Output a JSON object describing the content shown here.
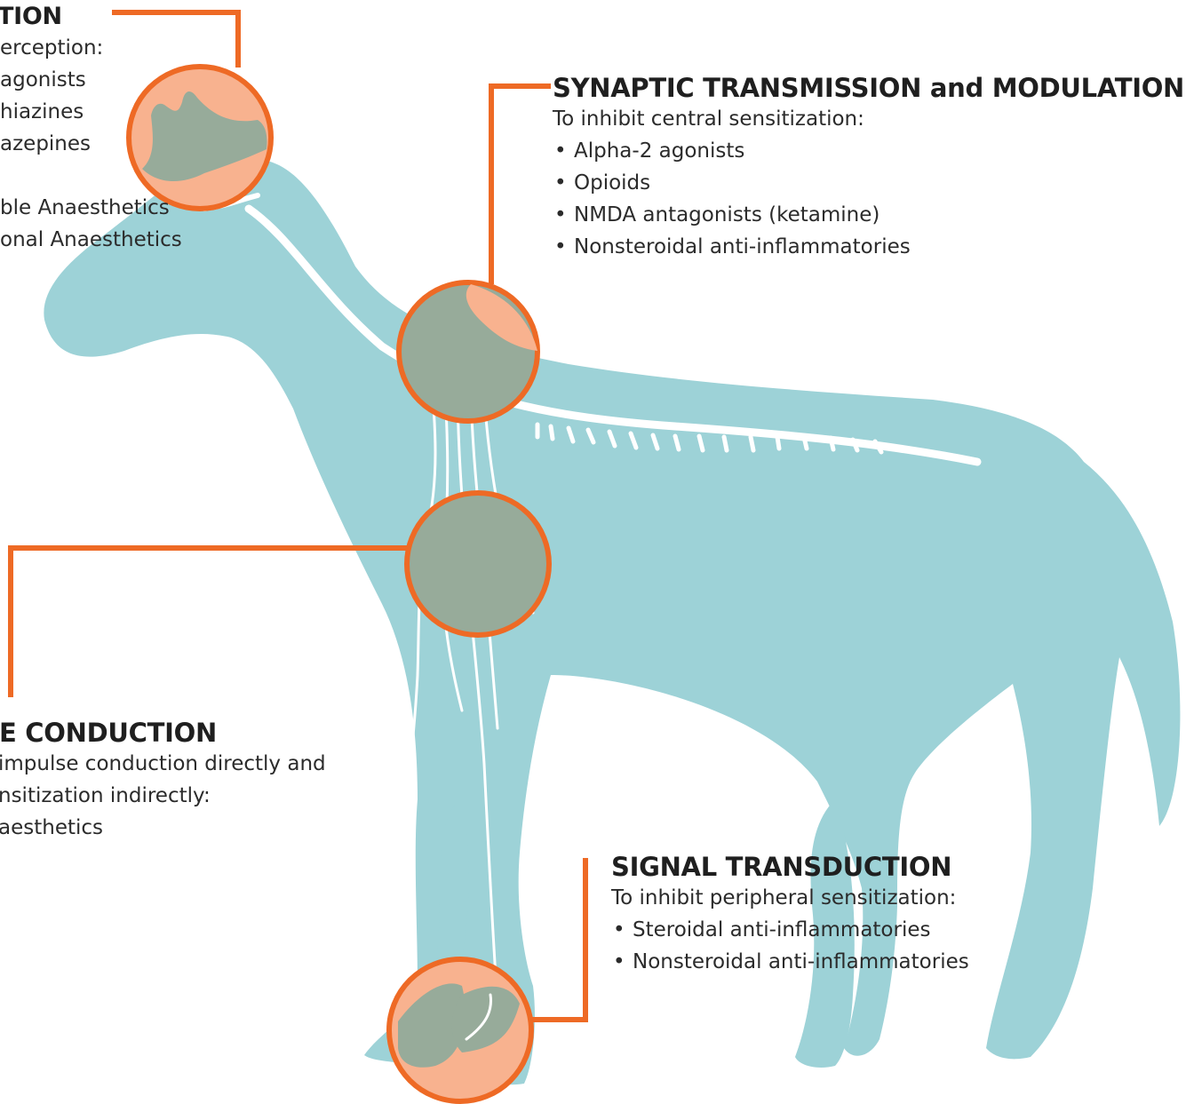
{
  "colors": {
    "horse": "#9dd2d7",
    "nerves": "#ffffff",
    "accent": "#ee6a25",
    "highlight_fill": "#f8b28f",
    "highlight_overlay": "#97ab9a"
  },
  "perception": {
    "title": "TION",
    "intro": "erception:",
    "items": [
      "agonists",
      "hiazines",
      "azepines",
      "",
      "ble Anaesthetics",
      "onal Anaesthetics"
    ]
  },
  "synaptic": {
    "title": "SYNAPTIC TRANSMISSION and MODULATION",
    "intro": "To inhibit central sensitization:",
    "items": [
      "Alpha-2 agonists",
      "Opioids",
      "NMDA antagonists (ketamine)",
      "Nonsteroidal anti-inflammatories"
    ]
  },
  "conduction": {
    "title": "E CONDUCTION",
    "lines": [
      "impulse conduction directly and",
      "nsitization indirectly:",
      "aesthetics"
    ]
  },
  "transduction": {
    "title": "SIGNAL TRANSDUCTION",
    "intro": "To inhibit peripheral sensitization:",
    "items": [
      "Steroidal anti-inflammatories",
      "Nonsteroidal anti-inflammatories"
    ]
  }
}
